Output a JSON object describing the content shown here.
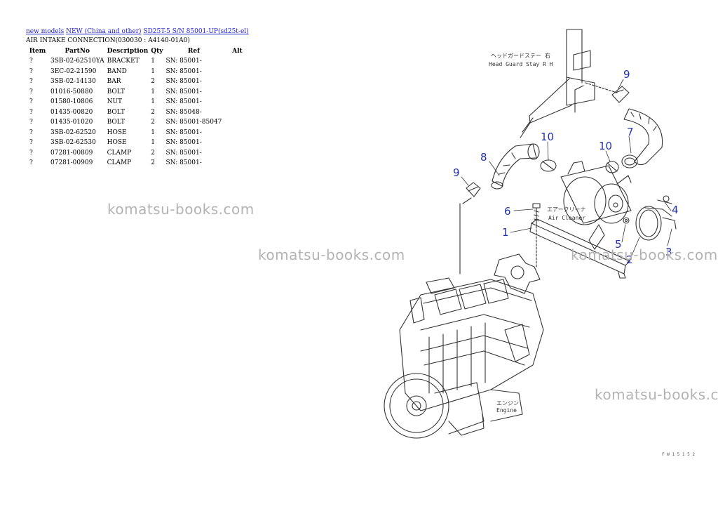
{
  "breadcrumb": {
    "links": [
      "new models",
      "NEW (China and other)",
      "SD25T-5 S/N 85001-UP(sd25t-el)"
    ]
  },
  "section_title": "AIR INTAKE CONNECTION(030030 : A4140-01A0)",
  "table": {
    "headers": [
      "Item",
      "PartNo",
      "Description",
      "Qty",
      "Ref",
      "Alt"
    ],
    "rows": [
      [
        "?",
        "3SB-02-62510YA",
        "BRACKET",
        "1",
        "SN: 85001-",
        ""
      ],
      [
        "?",
        "3EC-02-21590",
        "BAND",
        "1",
        "SN: 85001-",
        ""
      ],
      [
        "?",
        "3SB-02-14130",
        "BAR",
        "2",
        "SN: 85001-",
        ""
      ],
      [
        "?",
        "01016-50880",
        "BOLT",
        "1",
        "SN: 85001-",
        ""
      ],
      [
        "?",
        "01580-10806",
        "NUT",
        "1",
        "SN: 85001-",
        ""
      ],
      [
        "?",
        "01435-00820",
        "BOLT",
        "2",
        "SN: 85048-",
        ""
      ],
      [
        "?",
        "01435-01020",
        "BOLT",
        "2",
        "SN: 85001-85047",
        ""
      ],
      [
        "?",
        "3SB-02-62520",
        "HOSE",
        "1",
        "SN: 85001-",
        ""
      ],
      [
        "?",
        "3SB-02-62530",
        "HOSE",
        "1",
        "SN: 85001-",
        ""
      ],
      [
        "?",
        "07281-00809",
        "CLAMP",
        "2",
        "SN: 85001-",
        ""
      ],
      [
        "?",
        "07281-00909",
        "CLAMP",
        "2",
        "SN: 85001-",
        ""
      ]
    ]
  },
  "watermark": "komatsu-books.com",
  "diagram": {
    "callouts": [
      "9",
      "7",
      "10",
      "10",
      "8",
      "9",
      "6",
      "1",
      "4",
      "5",
      "2",
      "3"
    ],
    "labels": {
      "head_guard_jp": "ヘッドガードステー 右",
      "head_guard_en": "Head Guard Stay R H",
      "air_cleaner_jp": "エアークリーナ",
      "air_cleaner_en": "Air Cleaner",
      "engine_jp": "エンジン",
      "engine_en": "Engine"
    },
    "page_code": "F W 1 5 1 5 2"
  }
}
